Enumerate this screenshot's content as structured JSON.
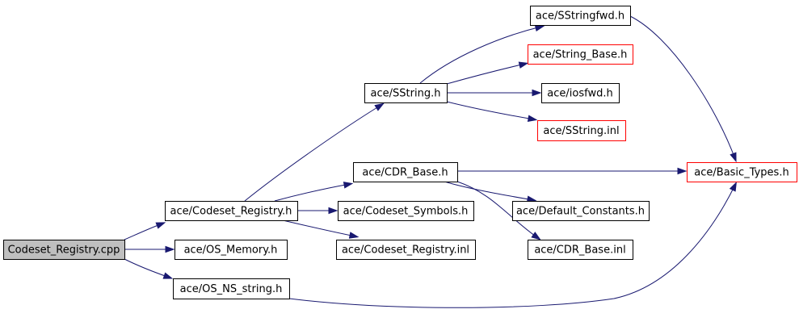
{
  "graph": {
    "colors": {
      "edge": "#191970",
      "root_fill": "#bfbfbf",
      "normal_border": "#000000",
      "highlight_border": "#ff0000",
      "node_fill": "#ffffff"
    },
    "nodes": [
      {
        "id": "codeset_registry_cpp",
        "label": "Codeset_Registry.cpp",
        "root": true
      },
      {
        "id": "codeset_registry_h",
        "label": "ace/Codeset_Registry.h"
      },
      {
        "id": "os_memory_h",
        "label": "ace/OS_Memory.h"
      },
      {
        "id": "os_ns_string_h",
        "label": "ace/OS_NS_string.h"
      },
      {
        "id": "sstring_h",
        "label": "ace/SString.h"
      },
      {
        "id": "cdr_base_h",
        "label": "ace/CDR_Base.h"
      },
      {
        "id": "codeset_symbols_h",
        "label": "ace/Codeset_Symbols.h"
      },
      {
        "id": "codeset_registry_inl",
        "label": "ace/Codeset_Registry.inl"
      },
      {
        "id": "sstringfwd_h",
        "label": "ace/SStringfwd.h"
      },
      {
        "id": "string_base_h",
        "label": "ace/String_Base.h",
        "highlight": true
      },
      {
        "id": "iosfwd_h",
        "label": "ace/iosfwd.h"
      },
      {
        "id": "sstring_inl",
        "label": "ace/SString.inl",
        "highlight": true
      },
      {
        "id": "default_constants_h",
        "label": "ace/Default_Constants.h"
      },
      {
        "id": "cdr_base_inl",
        "label": "ace/CDR_Base.inl"
      },
      {
        "id": "basic_types_h",
        "label": "ace/Basic_Types.h",
        "highlight": true
      }
    ],
    "edges": [
      {
        "from": "codeset_registry_cpp",
        "to": "codeset_registry_h"
      },
      {
        "from": "codeset_registry_cpp",
        "to": "os_memory_h"
      },
      {
        "from": "codeset_registry_cpp",
        "to": "os_ns_string_h"
      },
      {
        "from": "codeset_registry_h",
        "to": "sstring_h"
      },
      {
        "from": "codeset_registry_h",
        "to": "cdr_base_h"
      },
      {
        "from": "codeset_registry_h",
        "to": "codeset_symbols_h"
      },
      {
        "from": "codeset_registry_h",
        "to": "codeset_registry_inl"
      },
      {
        "from": "sstring_h",
        "to": "sstringfwd_h"
      },
      {
        "from": "sstring_h",
        "to": "string_base_h"
      },
      {
        "from": "sstring_h",
        "to": "iosfwd_h"
      },
      {
        "from": "sstring_h",
        "to": "sstring_inl"
      },
      {
        "from": "sstringfwd_h",
        "to": "basic_types_h"
      },
      {
        "from": "cdr_base_h",
        "to": "basic_types_h"
      },
      {
        "from": "cdr_base_h",
        "to": "default_constants_h"
      },
      {
        "from": "cdr_base_h",
        "to": "cdr_base_inl"
      },
      {
        "from": "os_ns_string_h",
        "to": "basic_types_h"
      }
    ]
  }
}
